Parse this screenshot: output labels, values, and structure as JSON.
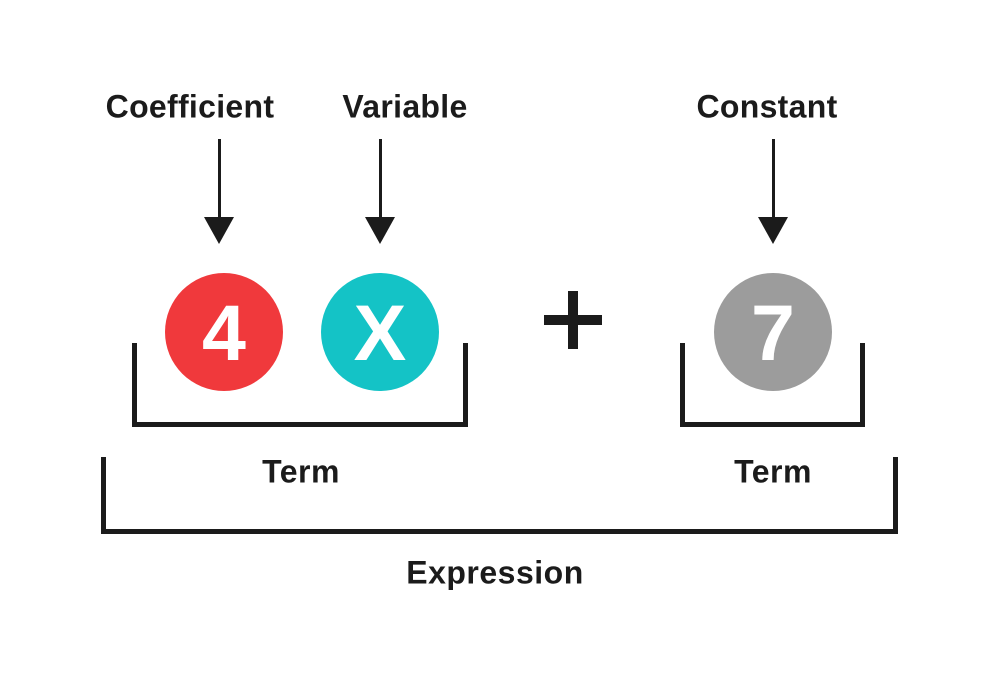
{
  "colors": {
    "coefficient_circle": "#F0393C",
    "variable_circle": "#14C3C6",
    "constant_circle": "#9C9C9C",
    "ink": "#1B1B1B",
    "circle_text": "#FFFFFF",
    "background": "#FFFFFF"
  },
  "labels": {
    "coefficient": "Coefficient",
    "variable": "Variable",
    "constant": "Constant"
  },
  "expression": {
    "coefficient_value": "4",
    "variable_symbol": "X",
    "operator": "+",
    "constant_value": "7"
  },
  "groups": {
    "term_left": "Term",
    "term_right": "Term",
    "expression": "Expression"
  }
}
